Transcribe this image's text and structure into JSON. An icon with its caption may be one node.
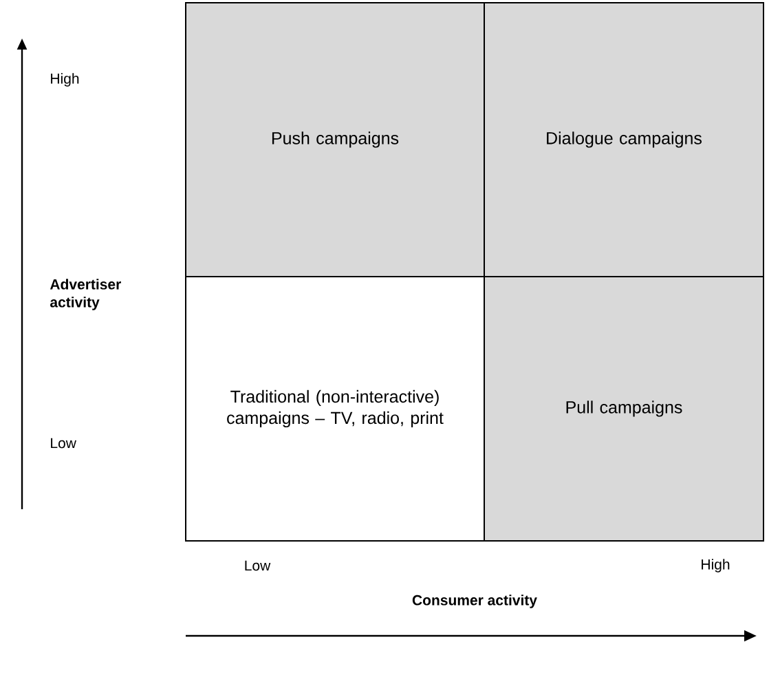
{
  "diagram": {
    "nodes": [
      {
        "text": [
          "Push campaigns"
        ]
      },
      {
        "text": [
          "Dialogue campaigns"
        ]
      },
      {
        "text": [
          "Traditional (non-interactive) campaigns – TV, radio, print"
        ]
      },
      {
        "text": [
          "Pull campaigns"
        ]
      }
    ],
    "labels": [
      "High",
      "Advertiser activity",
      "Low",
      "Low",
      "High",
      "Consumer activity"
    ]
  }
}
